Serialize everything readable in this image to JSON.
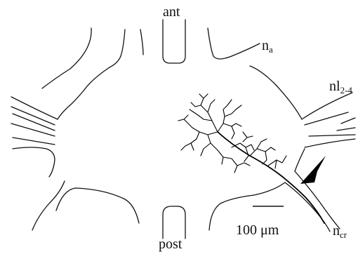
{
  "labels": {
    "anterior": "ant",
    "posterior": "post",
    "nerve_a": {
      "base": "n",
      "sub": "a"
    },
    "nerve_l": {
      "base": "nl",
      "sub": "2-4"
    },
    "nerve_cr": {
      "base": "n",
      "sub": "cr"
    },
    "scale_bar": "100 μm"
  },
  "colors": {
    "line": "#111111",
    "background": "#ffffff"
  },
  "icons": {
    "pointer": "black-arrowhead-icon"
  }
}
